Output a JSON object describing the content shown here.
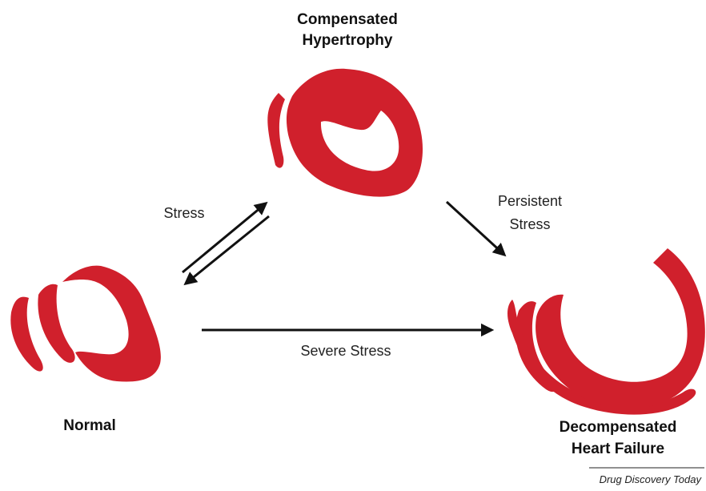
{
  "colors": {
    "heart": "#d0202c",
    "arrow": "#111111",
    "text": "#111111",
    "background": "#ffffff"
  },
  "stages": {
    "normal": {
      "label": "Normal"
    },
    "compensated": {
      "label_line1": "Compensated",
      "label_line2": "Hypertrophy"
    },
    "decompensated": {
      "label_line1": "Decompensated",
      "label_line2": "Heart Failure"
    }
  },
  "transitions": {
    "stress": "Stress",
    "persistent_line1": "Persistent",
    "persistent_line2": "Stress",
    "severe": "Severe Stress"
  },
  "credit": "Drug Discovery Today"
}
